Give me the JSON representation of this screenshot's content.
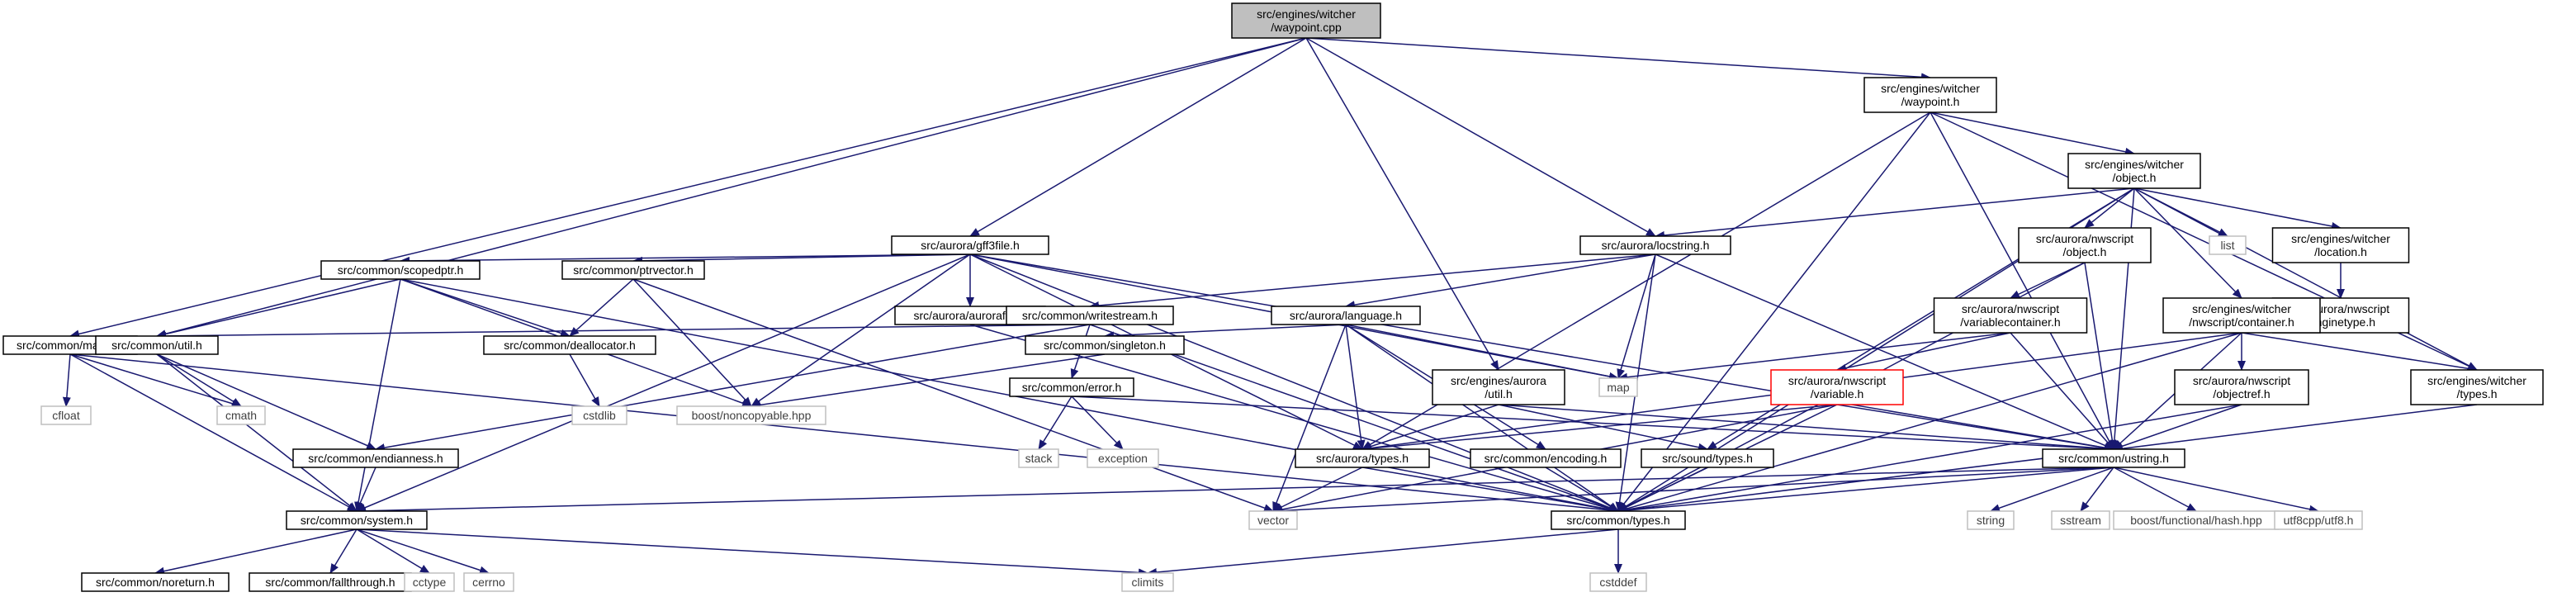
{
  "colors": {
    "edge": "#191970",
    "node_border": "#000000",
    "ext_border": "#bfbfbf",
    "ext_text": "#404040",
    "highlight_border": "#ff0000",
    "root_fill": "#bfbfbf"
  },
  "nodes": [
    {
      "id": "root",
      "label": "src/engines/witcher\n/waypoint.cpp",
      "kind": "root"
    },
    {
      "id": "maths",
      "label": "src/common/maths.h",
      "kind": "normal"
    },
    {
      "id": "util",
      "label": "src/common/util.h",
      "kind": "normal"
    },
    {
      "id": "gff3",
      "label": "src/aurora/gff3file.h",
      "kind": "normal"
    },
    {
      "id": "locstr",
      "label": "src/aurora/locstring.h",
      "kind": "normal"
    },
    {
      "id": "eaurutil",
      "label": "src/engines/aurora\n/util.h",
      "kind": "normal"
    },
    {
      "id": "wwaypoint",
      "label": "src/engines/witcher\n/waypoint.h",
      "kind": "normal"
    },
    {
      "id": "wobject",
      "label": "src/engines/witcher\n/object.h",
      "kind": "normal"
    },
    {
      "id": "nwsobject",
      "label": "src/aurora/nwscript\n/object.h",
      "kind": "normal"
    },
    {
      "id": "list",
      "label": "list",
      "kind": "external"
    },
    {
      "id": "wlocation",
      "label": "src/engines/witcher\n/location.h",
      "kind": "normal"
    },
    {
      "id": "nwsenginetype",
      "label": "src/aurora/nwscript\n/enginetype.h",
      "kind": "normal"
    },
    {
      "id": "scopedptr",
      "label": "src/common/scopedptr.h",
      "kind": "normal"
    },
    {
      "id": "ptrvector",
      "label": "src/common/ptrvector.h",
      "kind": "normal"
    },
    {
      "id": "aurorafile",
      "label": "src/aurora/aurorafile.h",
      "kind": "normal"
    },
    {
      "id": "writestream",
      "label": "src/common/writestream.h",
      "kind": "normal"
    },
    {
      "id": "language",
      "label": "src/aurora/language.h",
      "kind": "normal"
    },
    {
      "id": "varcontainer",
      "label": "src/aurora/nwscript\n/variablecontainer.h",
      "kind": "normal"
    },
    {
      "id": "wnwscontainer",
      "label": "src/engines/witcher\n/nwscript/container.h",
      "kind": "normal"
    },
    {
      "id": "map",
      "label": "map",
      "kind": "external"
    },
    {
      "id": "nwsvariable",
      "label": "src/aurora/nwscript\n/variable.h",
      "kind": "highlight"
    },
    {
      "id": "nwsobjectref",
      "label": "src/aurora/nwscript\n/objectref.h",
      "kind": "normal"
    },
    {
      "id": "wtypes",
      "label": "src/engines/witcher\n/types.h",
      "kind": "normal"
    },
    {
      "id": "deallocator",
      "label": "src/common/deallocator.h",
      "kind": "normal"
    },
    {
      "id": "singleton",
      "label": "src/common/singleton.h",
      "kind": "normal"
    },
    {
      "id": "error",
      "label": "src/common/error.h",
      "kind": "normal"
    },
    {
      "id": "cfloat",
      "label": "cfloat",
      "kind": "external"
    },
    {
      "id": "cmath",
      "label": "cmath",
      "kind": "external"
    },
    {
      "id": "cstdlib",
      "label": "cstdlib",
      "kind": "external"
    },
    {
      "id": "noncopyable",
      "label": "boost/noncopyable.hpp",
      "kind": "external"
    },
    {
      "id": "stack",
      "label": "stack",
      "kind": "external"
    },
    {
      "id": "exception",
      "label": "exception",
      "kind": "external"
    },
    {
      "id": "endianness",
      "label": "src/common/endianness.h",
      "kind": "normal"
    },
    {
      "id": "auroratypes",
      "label": "src/aurora/types.h",
      "kind": "normal"
    },
    {
      "id": "encoding",
      "label": "src/common/encoding.h",
      "kind": "normal"
    },
    {
      "id": "soundtypes",
      "label": "src/sound/types.h",
      "kind": "normal"
    },
    {
      "id": "ustring",
      "label": "src/common/ustring.h",
      "kind": "normal"
    },
    {
      "id": "system",
      "label": "src/common/system.h",
      "kind": "normal"
    },
    {
      "id": "vector",
      "label": "vector",
      "kind": "external"
    },
    {
      "id": "ctypes",
      "label": "src/common/types.h",
      "kind": "normal"
    },
    {
      "id": "string",
      "label": "string",
      "kind": "external"
    },
    {
      "id": "sstream",
      "label": "sstream",
      "kind": "external"
    },
    {
      "id": "hash",
      "label": "boost/functional/hash.hpp",
      "kind": "external"
    },
    {
      "id": "utf8",
      "label": "utf8cpp/utf8.h",
      "kind": "external"
    },
    {
      "id": "noreturn",
      "label": "src/common/noreturn.h",
      "kind": "normal"
    },
    {
      "id": "fallthrough",
      "label": "src/common/fallthrough.h",
      "kind": "normal"
    },
    {
      "id": "cctype",
      "label": "cctype",
      "kind": "external"
    },
    {
      "id": "cerrno",
      "label": "cerrno",
      "kind": "external"
    },
    {
      "id": "climits",
      "label": "climits",
      "kind": "external"
    },
    {
      "id": "cstddef",
      "label": "cstddef",
      "kind": "external"
    }
  ],
  "edges": [
    [
      "root",
      "maths"
    ],
    [
      "root",
      "util"
    ],
    [
      "root",
      "gff3"
    ],
    [
      "root",
      "locstr"
    ],
    [
      "root",
      "eaurutil"
    ],
    [
      "root",
      "wwaypoint"
    ],
    [
      "maths",
      "cfloat"
    ],
    [
      "maths",
      "cmath"
    ],
    [
      "maths",
      "system"
    ],
    [
      "maths",
      "ctypes"
    ],
    [
      "util",
      "cmath"
    ],
    [
      "util",
      "endianness"
    ],
    [
      "util",
      "system"
    ],
    [
      "gff3",
      "scopedptr"
    ],
    [
      "gff3",
      "ptrvector"
    ],
    [
      "gff3",
      "aurorafile"
    ],
    [
      "gff3",
      "noncopyable"
    ],
    [
      "gff3",
      "map"
    ],
    [
      "gff3",
      "auroratypes"
    ],
    [
      "gff3",
      "ustring"
    ],
    [
      "gff3",
      "ctypes"
    ],
    [
      "gff3",
      "system"
    ],
    [
      "locstr",
      "writestream"
    ],
    [
      "locstr",
      "language"
    ],
    [
      "locstr",
      "map"
    ],
    [
      "locstr",
      "ustring"
    ],
    [
      "locstr",
      "ctypes"
    ],
    [
      "eaurutil",
      "auroratypes"
    ],
    [
      "eaurutil",
      "soundtypes"
    ],
    [
      "eaurutil",
      "ustring"
    ],
    [
      "wwaypoint",
      "wobject"
    ],
    [
      "wwaypoint",
      "wtypes"
    ],
    [
      "wwaypoint",
      "ustring"
    ],
    [
      "wwaypoint",
      "auroratypes"
    ],
    [
      "wwaypoint",
      "ctypes"
    ],
    [
      "wobject",
      "locstr"
    ],
    [
      "wobject",
      "nwsobject"
    ],
    [
      "wobject",
      "list"
    ],
    [
      "wobject",
      "wlocation"
    ],
    [
      "wobject",
      "wnwscontainer"
    ],
    [
      "wobject",
      "wtypes"
    ],
    [
      "wobject",
      "soundtypes"
    ],
    [
      "wobject",
      "ustring"
    ],
    [
      "wobject",
      "ctypes"
    ],
    [
      "wlocation",
      "nwsenginetype"
    ],
    [
      "nwsobject",
      "varcontainer"
    ],
    [
      "nwsobject",
      "ustring"
    ],
    [
      "nwsobject",
      "ctypes"
    ],
    [
      "varcontainer",
      "map"
    ],
    [
      "varcontainer",
      "nwsvariable"
    ],
    [
      "varcontainer",
      "ustring"
    ],
    [
      "nwsvariable",
      "auroratypes"
    ],
    [
      "nwsvariable",
      "ustring"
    ],
    [
      "nwsvariable",
      "ctypes"
    ],
    [
      "nwsvariable",
      "vector"
    ],
    [
      "wnwscontainer",
      "nwsobjectref"
    ],
    [
      "wnwscontainer",
      "wtypes"
    ],
    [
      "wnwscontainer",
      "ustring"
    ],
    [
      "wnwscontainer",
      "ctypes"
    ],
    [
      "wnwscontainer",
      "auroratypes"
    ],
    [
      "nwsobjectref",
      "ustring"
    ],
    [
      "nwsobjectref",
      "ctypes"
    ],
    [
      "wtypes",
      "ctypes"
    ],
    [
      "scopedptr",
      "util"
    ],
    [
      "scopedptr",
      "deallocator"
    ],
    [
      "scopedptr",
      "noncopyable"
    ],
    [
      "scopedptr",
      "system"
    ],
    [
      "scopedptr",
      "ctypes"
    ],
    [
      "ptrvector",
      "deallocator"
    ],
    [
      "ptrvector",
      "noncopyable"
    ],
    [
      "ptrvector",
      "vector"
    ],
    [
      "aurorafile",
      "ctypes"
    ],
    [
      "deallocator",
      "cstdlib"
    ],
    [
      "writestream",
      "util"
    ],
    [
      "writestream",
      "endianness"
    ],
    [
      "writestream",
      "error"
    ],
    [
      "writestream",
      "ctypes"
    ],
    [
      "language",
      "singleton"
    ],
    [
      "language",
      "map"
    ],
    [
      "language",
      "auroratypes"
    ],
    [
      "language",
      "encoding"
    ],
    [
      "language",
      "ctypes"
    ],
    [
      "language",
      "vector"
    ],
    [
      "singleton",
      "noncopyable"
    ],
    [
      "error",
      "stack"
    ],
    [
      "error",
      "exception"
    ],
    [
      "error",
      "ustring"
    ],
    [
      "endianness",
      "system"
    ],
    [
      "auroratypes",
      "vector"
    ],
    [
      "auroratypes",
      "ctypes"
    ],
    [
      "encoding",
      "ctypes"
    ],
    [
      "soundtypes",
      "ctypes"
    ],
    [
      "ustring",
      "string"
    ],
    [
      "ustring",
      "sstream"
    ],
    [
      "ustring",
      "hash"
    ],
    [
      "ustring",
      "utf8"
    ],
    [
      "ustring",
      "vector"
    ],
    [
      "ustring",
      "system"
    ],
    [
      "ustring",
      "ctypes"
    ],
    [
      "system",
      "noreturn"
    ],
    [
      "system",
      "fallthrough"
    ],
    [
      "system",
      "cctype"
    ],
    [
      "system",
      "cerrno"
    ],
    [
      "system",
      "climits"
    ],
    [
      "ctypes",
      "climits"
    ],
    [
      "ctypes",
      "cstddef"
    ]
  ]
}
